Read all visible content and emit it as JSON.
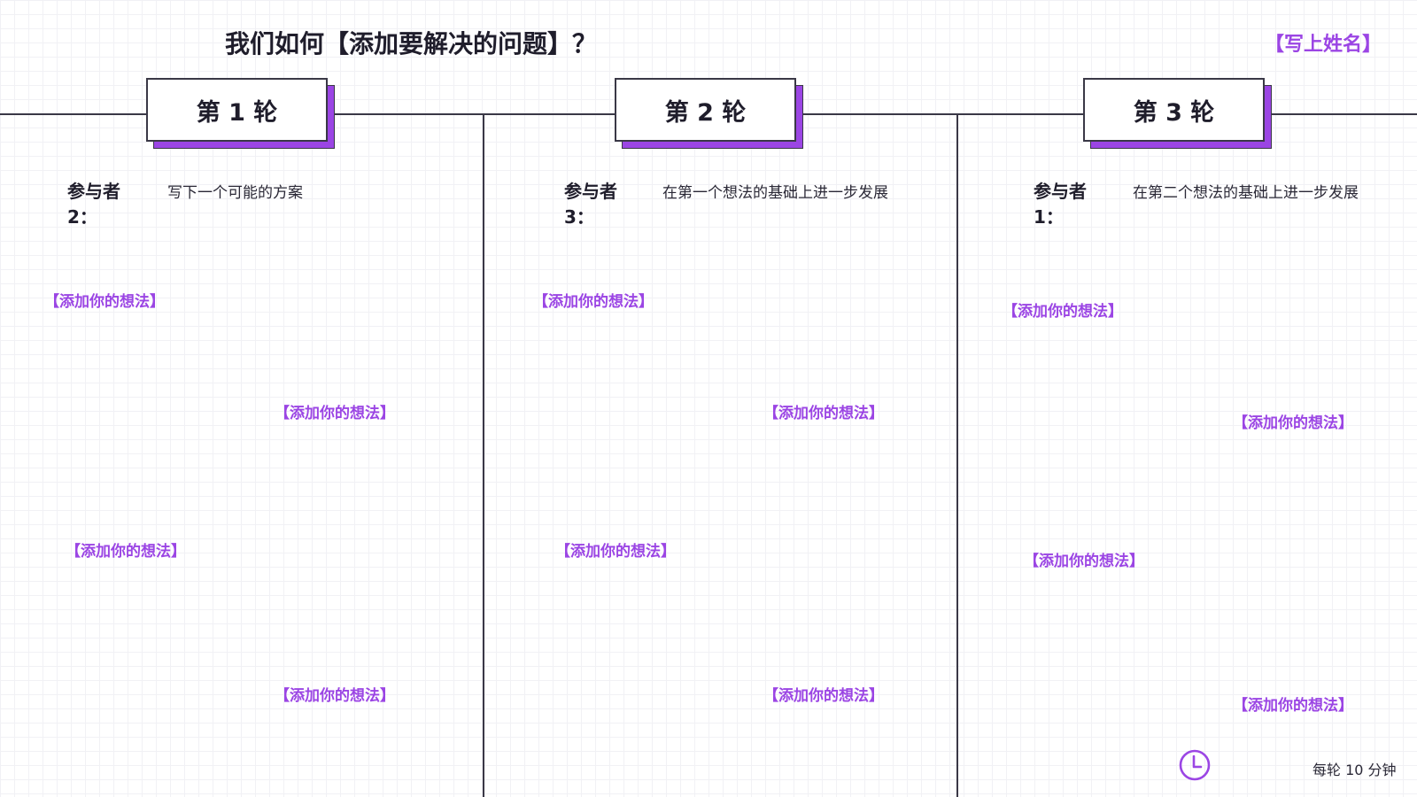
{
  "header": {
    "title": "我们如何【添加要解决的问题】？",
    "name_placeholder": "【写上姓名】"
  },
  "rounds": [
    {
      "label": "第 1 轮",
      "participant_label": "参与者",
      "participant_number": "2：",
      "instruction": "写下一个可能的方案",
      "ideas": [
        "【添加你的想法】",
        "【添加你的想法】",
        "【添加你的想法】",
        "【添加你的想法】"
      ]
    },
    {
      "label": "第 2 轮",
      "participant_label": "参与者",
      "participant_number": "3：",
      "instruction": "在第一个想法的基础上进一步发展",
      "ideas": [
        "【添加你的想法】",
        "【添加你的想法】",
        "【添加你的想法】",
        "【添加你的想法】"
      ]
    },
    {
      "label": "第 3 轮",
      "participant_label": "参与者",
      "participant_number": "1：",
      "instruction": "在第二个想法的基础上进一步发展",
      "ideas": [
        "【添加你的想法】",
        "【添加你的想法】",
        "【添加你的想法】",
        "【添加你的想法】"
      ]
    }
  ],
  "footer": {
    "timer_icon": "clock-icon",
    "timer_text": "每轮 10 分钟"
  },
  "colors": {
    "accent": "#9b45e4",
    "line": "#3a3846",
    "text": "#1f1d2b"
  }
}
